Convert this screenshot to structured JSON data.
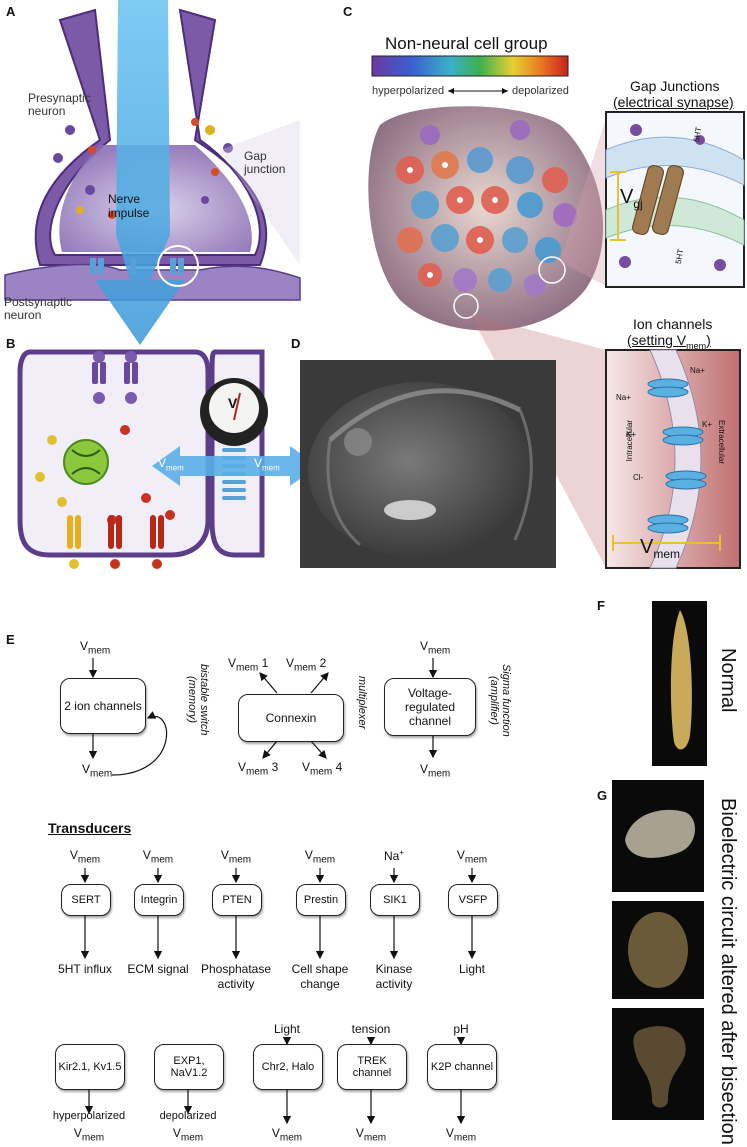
{
  "panel_labels": {
    "a": "A",
    "b": "B",
    "c": "C",
    "d": "D",
    "e": "E",
    "f": "F",
    "g": "G"
  },
  "panel_a": {
    "presynaptic": "Presynaptic neuron",
    "gap_junction": "Gap junction",
    "nerve_impulse": "Nerve impulse",
    "postsynaptic": "Postsynaptic neuron"
  },
  "panel_b": {
    "meter_letter": "V",
    "vmem_left": "V",
    "vmem_right": "V",
    "sub": "mem"
  },
  "panel_c": {
    "title": "Non-neural cell group",
    "hyper": "hyperpolarized",
    "depol": "depolarized",
    "gap_title": "Gap Junctions",
    "gap_sub": "(electrical synapse)",
    "vgj": "V",
    "vgj_sub": "gj",
    "ion_title": "Ion channels",
    "ion_sub_pre": "(setting V",
    "ion_sub_sub": "mem",
    "ion_sub_post": ")",
    "ht1": "5HT",
    "ht2": "5HT",
    "na1": "Na+",
    "na2": "Na+",
    "k1": "K+",
    "k2": "K+",
    "cl": "Cl-",
    "intra": "Intracellular",
    "extra": "Extracellular",
    "vmem": "V",
    "vmem_sub": "mem"
  },
  "panel_e": {
    "v": "V",
    "mem": "mem",
    "ion_box": "2 ion channels",
    "bistable": "bistable switch (memory)",
    "connexin": "Connexin",
    "multiplexer": "multiplexer",
    "n1": "1",
    "n2": "2",
    "n3": "3",
    "n4": "4",
    "voltage_box": "Voltage-regulated channel",
    "sigma": "Sigma function (amplifier)",
    "transducers": "Transducers",
    "trans": [
      {
        "in": "Vmem",
        "box": "SERT",
        "out": "5HT influx"
      },
      {
        "in": "Vmem",
        "box": "Integrin",
        "out": "ECM signal"
      },
      {
        "in": "Vmem",
        "box": "PTEN",
        "out": "Phosphatase activity"
      },
      {
        "in": "Vmem",
        "box": "Prestin",
        "out": "Cell shape change"
      },
      {
        "in": "Na+",
        "box": "SIK1",
        "out": "Kinase activity"
      },
      {
        "in": "Vmem",
        "box": "VSFP",
        "out": "Light"
      }
    ],
    "bottom": [
      {
        "in": "",
        "box": "Kir2.1, Kv1.5",
        "out": "hyperpolarized"
      },
      {
        "in": "",
        "box": "EXP1, NaV1.2",
        "out": "depolarized"
      },
      {
        "in": "Light",
        "box": "Chr2, Halo",
        "out": ""
      },
      {
        "in": "tension",
        "box": "TREK channel",
        "out": ""
      },
      {
        "in": "pH",
        "box": "K2P channel",
        "out": ""
      }
    ]
  },
  "panel_f": {
    "label": "Normal"
  },
  "panel_g": {
    "label": "Bioelectric circuit altered after bisection"
  }
}
